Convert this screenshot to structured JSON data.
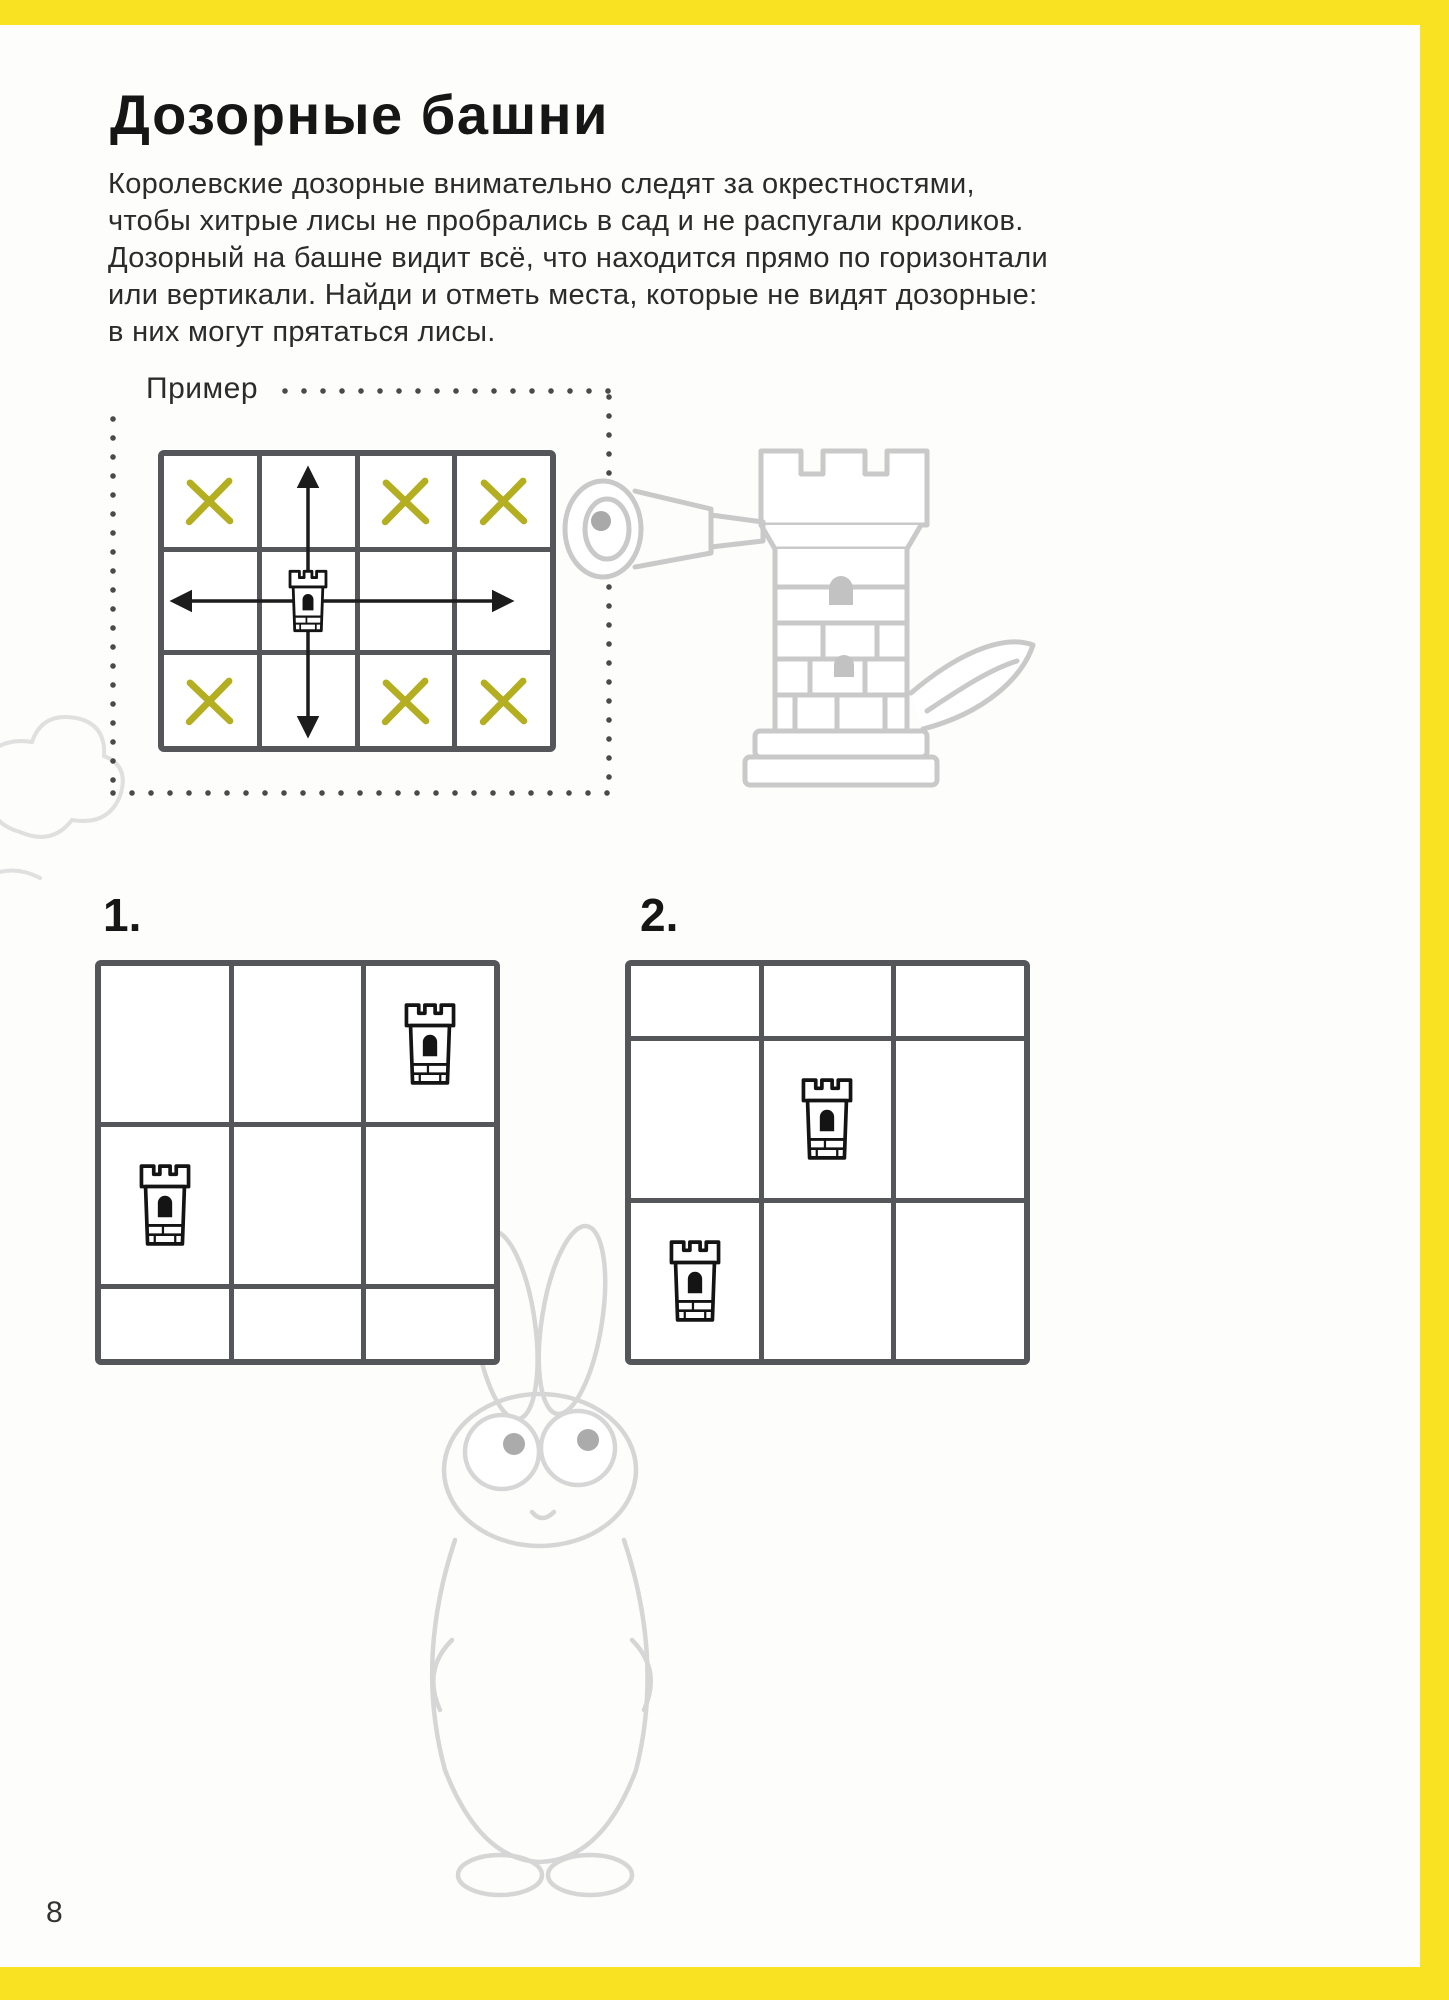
{
  "page": {
    "number": "8",
    "title": "Дозорные башни",
    "intro_lines": [
      "Королевские дозорные внимательно следят за окрестностями,",
      "чтобы хитрые лисы не пробрались в сад и не распугали кроликов.",
      "Дозорный на башне видит всё, что находится прямо по горизонтали",
      "или вертикали. Найди и отметь места, которые не видят дозорные:",
      "в них могут прятаться лисы."
    ],
    "example_label": "Пример"
  },
  "puzzles": [
    {
      "label": "1."
    },
    {
      "label": "2."
    }
  ],
  "grids": {
    "example": {
      "cols": 4,
      "rows": 3,
      "towers": [
        {
          "row": 2,
          "col": 2
        }
      ],
      "x_marks": [
        {
          "row": 1,
          "col": 1
        },
        {
          "row": 1,
          "col": 3
        },
        {
          "row": 1,
          "col": 4
        },
        {
          "row": 3,
          "col": 1
        },
        {
          "row": 3,
          "col": 3
        },
        {
          "row": 3,
          "col": 4
        }
      ]
    },
    "puzzle1": {
      "cols": 3,
      "rows": 3,
      "towers": [
        {
          "row": 1,
          "col": 3
        },
        {
          "row": 2,
          "col": 1
        }
      ],
      "x_marks": []
    },
    "puzzle2": {
      "cols": 3,
      "rows": 3,
      "towers": [
        {
          "row": 2,
          "col": 2
        },
        {
          "row": 3,
          "col": 1
        }
      ],
      "x_marks": []
    }
  },
  "icons": {
    "tower": "tower-icon",
    "x_mark": "x-mark-icon",
    "spyglass": "spyglass-icon"
  },
  "colors": {
    "accent_yellow": "#f8e222",
    "x_mark": "#b4ae21",
    "grid_line": "#54565a",
    "text": "#2b2b2b",
    "sketch_gray": "#cccccc"
  }
}
